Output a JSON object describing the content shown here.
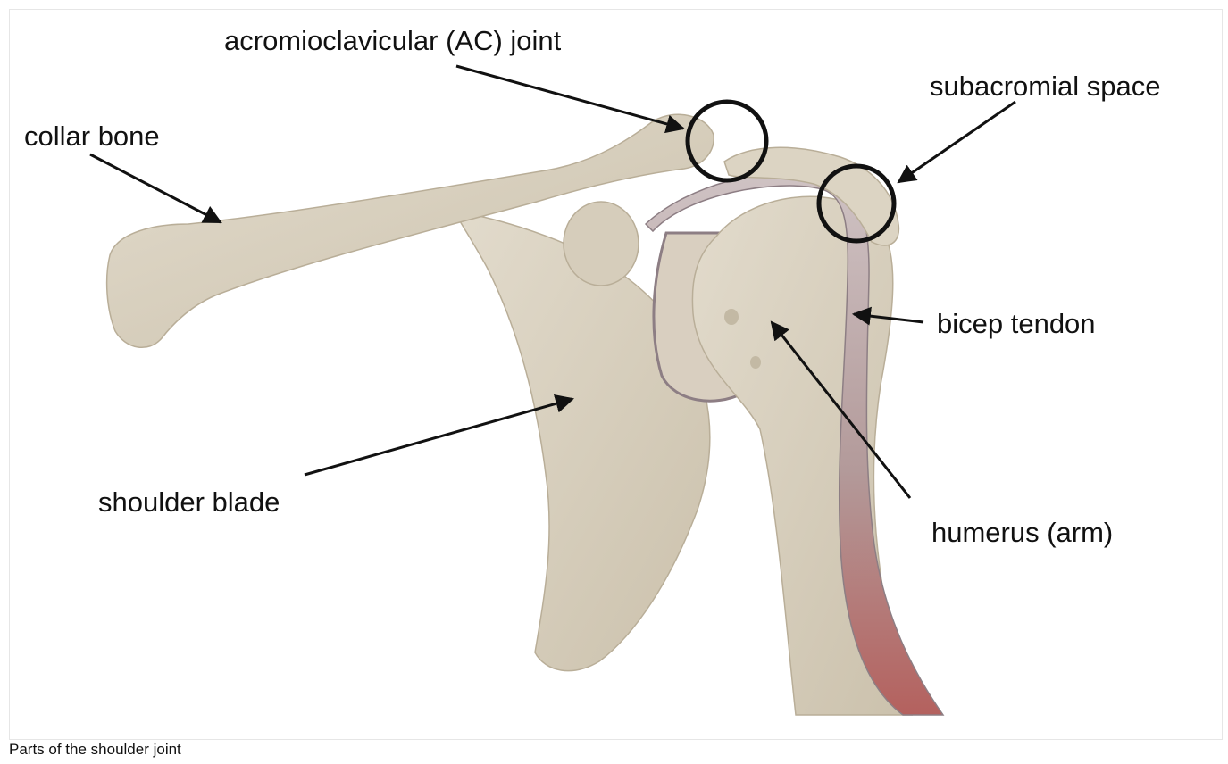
{
  "figure": {
    "labels": {
      "ac_joint": "acromioclavicular (AC) joint",
      "subacromial": "subacromial space",
      "collar_bone": "collar bone",
      "bicep_tendon": "bicep tendon",
      "shoulder_blade": "shoulder blade",
      "humerus": "humerus (arm)"
    },
    "colors": {
      "bone": "#d8d0bf",
      "bone_shadow": "#b9ae98",
      "tendon": "#cdbfc2",
      "tendon_edge": "#8d7e84",
      "muscle": "#b4615e",
      "ink": "#111111"
    }
  },
  "caption": "Parts of the shoulder joint"
}
